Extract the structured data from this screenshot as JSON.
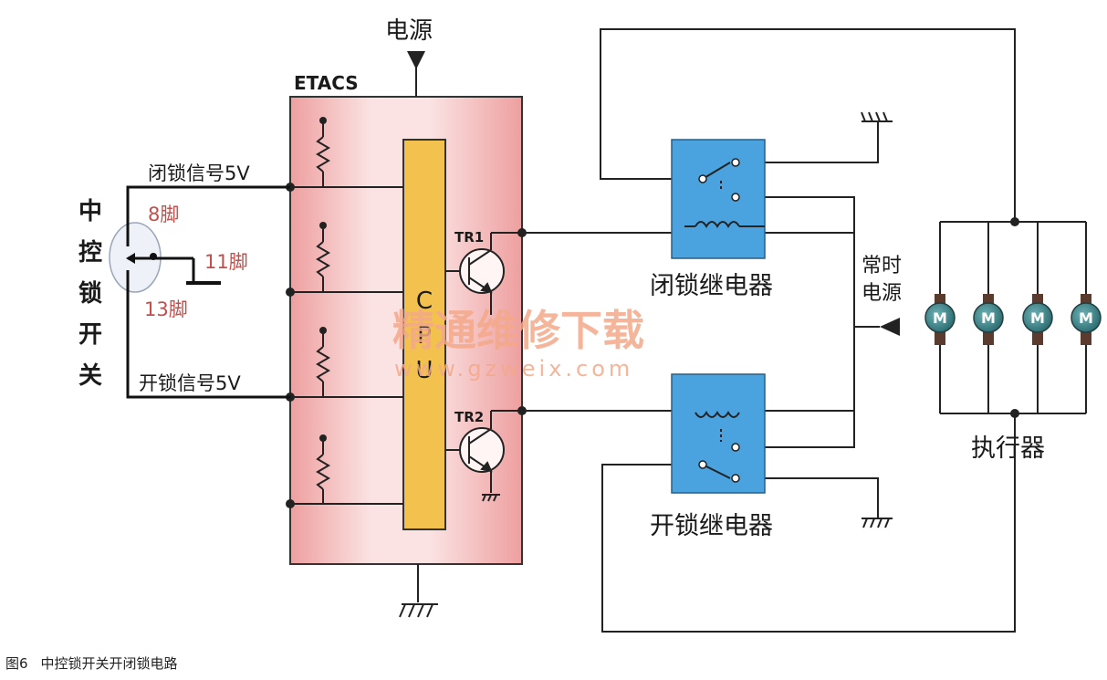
{
  "labels": {
    "power_top": "电源",
    "etacs": "ETACS",
    "lock_signal": "闭锁信号5V",
    "unlock_signal": "开锁信号5V",
    "pin8": "8脚",
    "pin11": "11脚",
    "pin13": "13脚",
    "switch_chars": [
      "中",
      "控",
      "锁",
      "开",
      "关"
    ],
    "cpu_chars": [
      "C",
      "P",
      "U"
    ],
    "tr1": "TR1",
    "tr2": "TR2",
    "lock_relay": "闭锁继电器",
    "unlock_relay": "开锁继电器",
    "constant_power_1": "常时",
    "constant_power_2": "电源",
    "actuator": "执行器",
    "motor": "M",
    "watermark": "精通维修下载",
    "watermark_url": "www.gzweix.com"
  },
  "caption": {
    "figure": "图6",
    "title": "中控锁开关开闭锁电路"
  },
  "colors": {
    "etacs_fill": "#f0b6b6",
    "cpu_fill": "#f2c14e",
    "relay_fill": "#4aa3df",
    "motor_fill": "#3f8a8f",
    "pin_text": "#c0504d"
  }
}
